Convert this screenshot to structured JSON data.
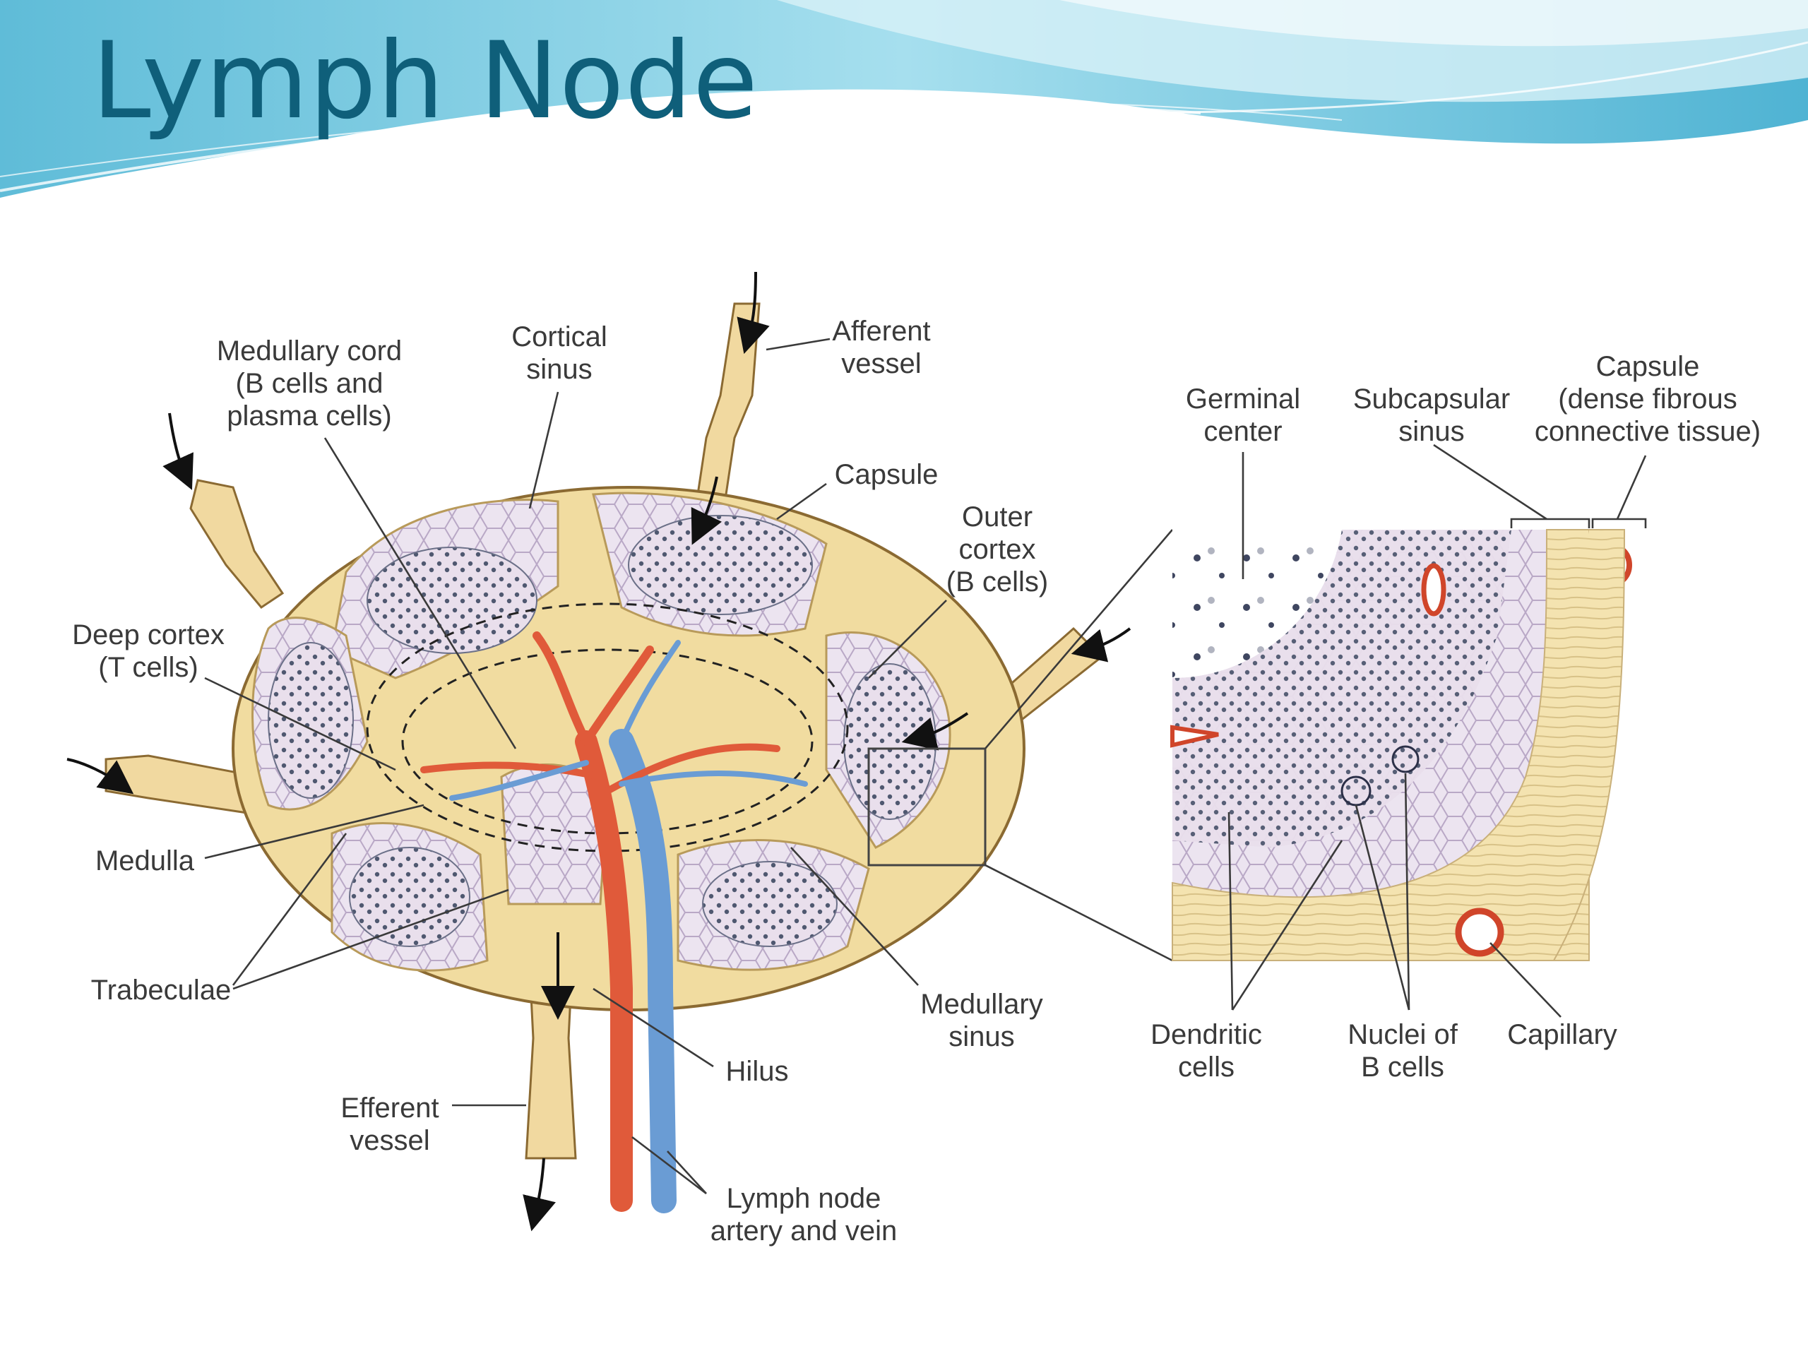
{
  "slide": {
    "title": "Lymph Node",
    "colors": {
      "title": "#0f5f7a",
      "header_wave": "#7fd0e6",
      "capsule": "#f1dca0",
      "artery": "#e05a3a",
      "vein": "#6a9cd4",
      "cortex": "#e8dcea"
    }
  },
  "diagram": {
    "main_labels": {
      "medullary_cord": [
        "Medullary cord",
        "(B cells and",
        "plasma cells)"
      ],
      "cortical_sinus": [
        "Cortical",
        "sinus"
      ],
      "afferent_vessel": [
        "Afferent",
        "vessel"
      ],
      "capsule": [
        "Capsule"
      ],
      "outer_cortex": [
        "Outer",
        "cortex",
        "(B cells)"
      ],
      "deep_cortex": [
        "Deep cortex",
        "(T cells)"
      ],
      "medulla": [
        "Medulla"
      ],
      "trabeculae": [
        "Trabeculae"
      ],
      "medullary_sinus": [
        "Medullary",
        "sinus"
      ],
      "hilus": [
        "Hilus"
      ],
      "efferent_vessel": [
        "Efferent",
        "vessel"
      ],
      "artery_vein": [
        "Lymph node",
        "artery and vein"
      ]
    },
    "inset_labels": {
      "germinal_center": [
        "Germinal",
        "center"
      ],
      "subcapsular_sinus": [
        "Subcapsular",
        "sinus"
      ],
      "capsule_dense": [
        "Capsule",
        "(dense fibrous",
        "connective tissue)"
      ],
      "dendritic_cells": [
        "Dendritic",
        "cells"
      ],
      "nuclei_b_cells": [
        "Nuclei of",
        "B cells"
      ],
      "capillary": [
        "Capillary"
      ]
    }
  }
}
